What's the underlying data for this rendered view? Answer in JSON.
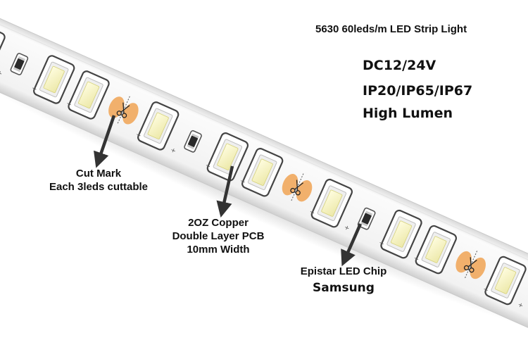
{
  "title": "5630 60leds/m LED Strip Light",
  "specs": {
    "voltage": "DC12/24V",
    "ip_rating": "IP20/IP65/IP67",
    "brightness": "High Lumen"
  },
  "callouts": {
    "cut_mark": {
      "line1": "Cut Mark",
      "line2": "Each 3leds cuttable"
    },
    "pcb": {
      "line1": "2OZ Copper",
      "line2": "Double Layer PCB",
      "line3": "10mm Width"
    },
    "chip": {
      "line1": "Epistar LED Chip",
      "line2": "Samsung"
    }
  },
  "colors": {
    "pcb": "#f7f7f7",
    "led_frame": "#e9e9e9",
    "led_phosphor": "#f4f2c6",
    "cut_pad": "#f1b06c",
    "resistor": "#2a2a2a",
    "text": "#111111"
  },
  "icons": {
    "cut_mark": "scissors-icon"
  }
}
